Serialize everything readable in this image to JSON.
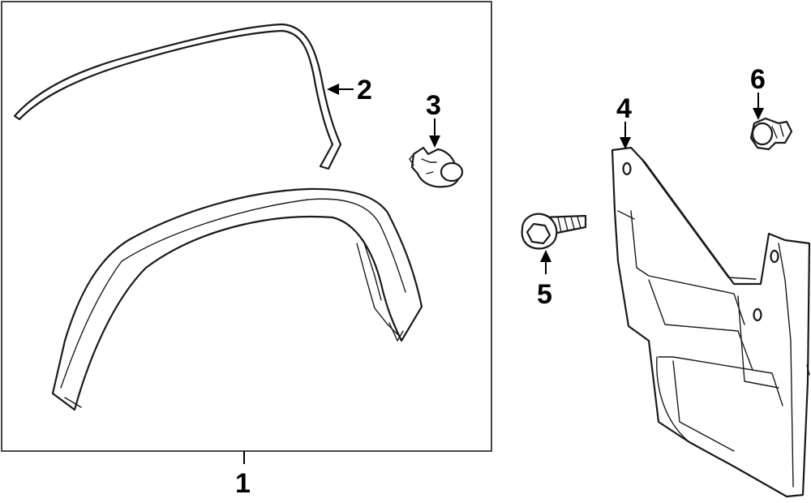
{
  "callouts": {
    "c1": "1",
    "c2": "2",
    "c3": "3",
    "c4": "4",
    "c5": "5",
    "c6": "6"
  },
  "parts": [
    {
      "id": "1",
      "name": "fender-flare-assembly"
    },
    {
      "id": "2",
      "name": "flare-molding-strip"
    },
    {
      "id": "3",
      "name": "retainer-clip"
    },
    {
      "id": "4",
      "name": "mud-flap"
    },
    {
      "id": "5",
      "name": "flange-bolt"
    },
    {
      "id": "6",
      "name": "push-retainer"
    }
  ]
}
